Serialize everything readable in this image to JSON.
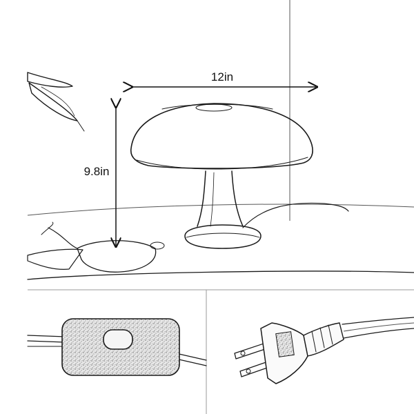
{
  "dimensions": {
    "width_label": "12in",
    "height_label": "9.8in"
  },
  "panels": {
    "top": "lamp-dimensions",
    "bottom_left": "inline-switch",
    "bottom_right": "two-prong-plug"
  }
}
